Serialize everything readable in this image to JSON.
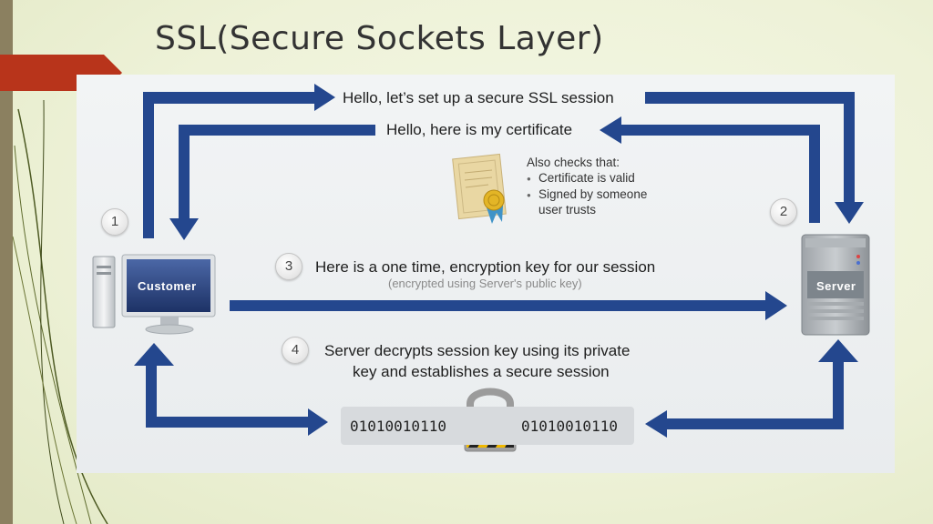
{
  "slide": {
    "title": "SSL(Secure Sockets Layer)"
  },
  "diagram": {
    "nodes": {
      "customer": "Customer",
      "server": "Server"
    },
    "steps": [
      {
        "number": "1"
      },
      {
        "number": "2"
      },
      {
        "number": "3",
        "text": "Here is a one time, encryption key for our session",
        "subtext": "(encrypted using Server's public key)"
      },
      {
        "number": "4",
        "text_line1": "Server decrypts session key using its private",
        "text_line2": "key and establishes a secure session"
      }
    ],
    "messages": {
      "hello": "Hello, let’s set up a secure SSL session",
      "certificate": "Hello, here is my certificate"
    },
    "checks": {
      "heading": "Also checks that:",
      "items": [
        "Certificate is valid",
        "Signed by someone",
        "user trusts"
      ]
    },
    "binary": {
      "left": "01010010110",
      "right": "01010010110"
    },
    "colors": {
      "arrow": "#24478e",
      "accent": "#b8341b",
      "monitor_screen": "#2f4a86"
    }
  }
}
